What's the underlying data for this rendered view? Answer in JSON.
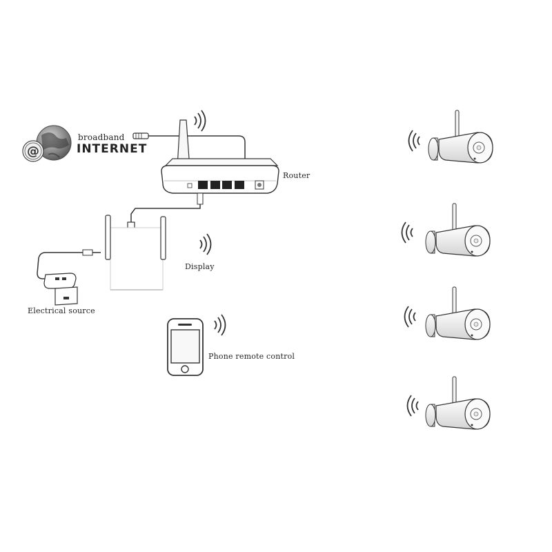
{
  "labels": {
    "broadband": "broadband",
    "internet": "INTERNET",
    "router": "Router",
    "display": "Display",
    "electrical_source": "Electrical source",
    "phone": "Phone remote control"
  },
  "icons": [
    "globe-icon",
    "at-sign-icon",
    "wifi-signal-icon",
    "router-icon",
    "display-icon",
    "power-adapter-icon",
    "wall-socket-icon",
    "phone-icon",
    "camera-icon"
  ],
  "colors": {
    "line": "#333333",
    "shade": "#dddddd",
    "globe": "#888888"
  },
  "cameras": 4
}
